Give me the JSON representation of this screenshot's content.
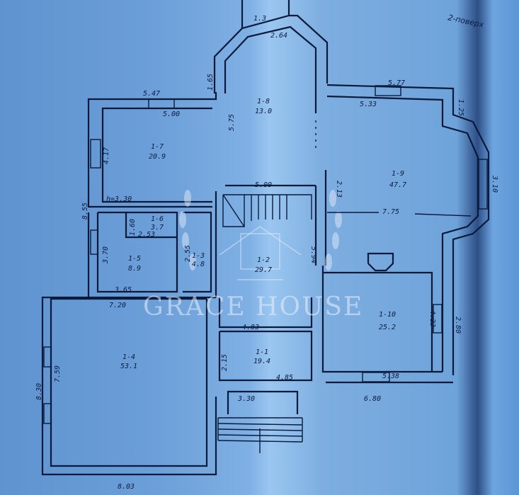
{
  "sheet": {
    "floor_note": "2-поверх"
  },
  "watermark": "GRACE HOUSE",
  "rooms": [
    {
      "id": "1-1",
      "area": "19.4"
    },
    {
      "id": "1-2",
      "area": "29.7"
    },
    {
      "id": "1-3",
      "area": "4.8"
    },
    {
      "id": "1-4",
      "area": "53.1"
    },
    {
      "id": "1-5",
      "area": "8.9"
    },
    {
      "id": "1-6",
      "area": "3.7"
    },
    {
      "id": "1-7",
      "area": "20.9"
    },
    {
      "id": "1-8",
      "area": "13.0"
    },
    {
      "id": "1-9",
      "area": "47.7"
    },
    {
      "id": "1-10",
      "area": "25.2"
    }
  ],
  "dimensions": {
    "d_1_3": "1.3",
    "d_2_64": "2.64",
    "d_1_65": "1.65",
    "d_5_47": "5.47",
    "d_5_00a": "5.00",
    "d_5_75": "5.75",
    "d_4_17": "4.17",
    "d_8_55": "8.55",
    "d_h": "h=3.30",
    "d_5_00b": "5.00",
    "d_5_77": "5.77",
    "d_5_33": "5.33",
    "d_1_25": "1.25",
    "d_3_10": "3.10",
    "d_2_13": "2.13",
    "d_7_75": "7.75",
    "d_1_60": "1.60",
    "d_2_53": "2.53",
    "d_3_70": "3.70",
    "d_3_65": "3.65",
    "d_2_55": "2.55",
    "d_5_94": "5.94",
    "d_7_20": "7.20",
    "d_4_23": "4.23",
    "d_2_80": "2.80",
    "d_4_83": "4.83",
    "d_2_15": "2.15",
    "d_4_85": "4.85",
    "d_5_38": "5.38",
    "d_6_80": "6.80",
    "d_3_30": "3.30",
    "d_7_59": "7.59",
    "d_8_30": "8.30",
    "d_8_03": "8.03"
  }
}
